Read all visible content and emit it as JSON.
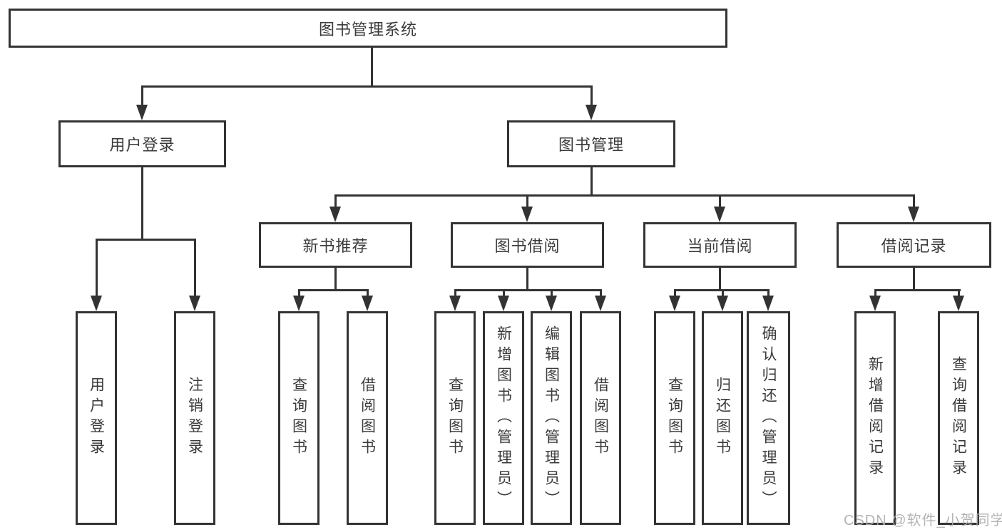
{
  "diagram": {
    "root": "图书管理系统",
    "branches": [
      {
        "label": "用户登录",
        "children": [
          "用户登录",
          "注销登录"
        ]
      },
      {
        "label": "图书管理",
        "groups": [
          {
            "label": "新书推荐",
            "children": [
              "查询图书",
              "借阅图书"
            ]
          },
          {
            "label": "图书借阅",
            "children": [
              "查询图书",
              "新增图书（管理员）",
              "编辑图书（管理员）",
              "借阅图书"
            ]
          },
          {
            "label": "当前借阅",
            "children": [
              "查询图书",
              "归还图书",
              "确认归还（管理员）"
            ]
          },
          {
            "label": "借阅记录",
            "children": [
              "新增借阅记录",
              "查询借阅记录"
            ]
          }
        ]
      }
    ],
    "watermark": "CSDN @软件_小贺同学",
    "colors": {
      "line": "#333333",
      "text": "#3a3a3a",
      "watermark": "#acacac",
      "background": "#ffffff"
    }
  }
}
